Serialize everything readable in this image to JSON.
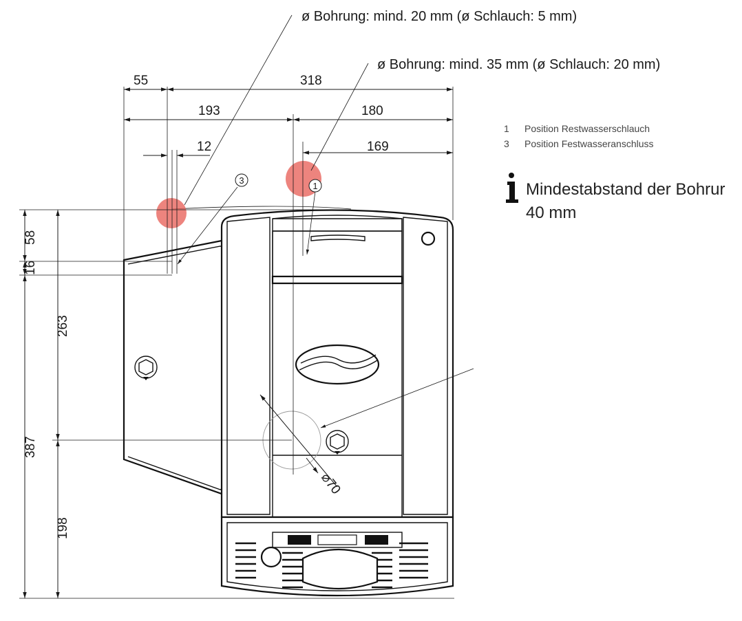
{
  "callouts": {
    "small_hole": "ø Bohrung: mind. 20 mm (ø Schlauch: 5 mm)",
    "large_hole": "ø Bohrung: mind. 35 mm (ø Schlauch: 20 mm)"
  },
  "dimensions": {
    "d55": "55",
    "d318": "318",
    "d193": "193",
    "d180": "180",
    "d12": "12",
    "d169": "169",
    "d58": "58",
    "d16": "16",
    "d263": "263",
    "d387": "387",
    "d198": "198",
    "d70": "⌀70"
  },
  "markers": {
    "m1": "1",
    "m3": "3"
  },
  "legend": [
    {
      "num": "1",
      "text": "Position Restwasserschlauch"
    },
    {
      "num": "3",
      "text": "Position Festwasseranschluss"
    }
  ],
  "info": {
    "icon": "info-icon",
    "line1": "Mindestabstand der Bohrur",
    "line2": "40 mm"
  },
  "colors": {
    "hole_marker": "#e8615a"
  }
}
